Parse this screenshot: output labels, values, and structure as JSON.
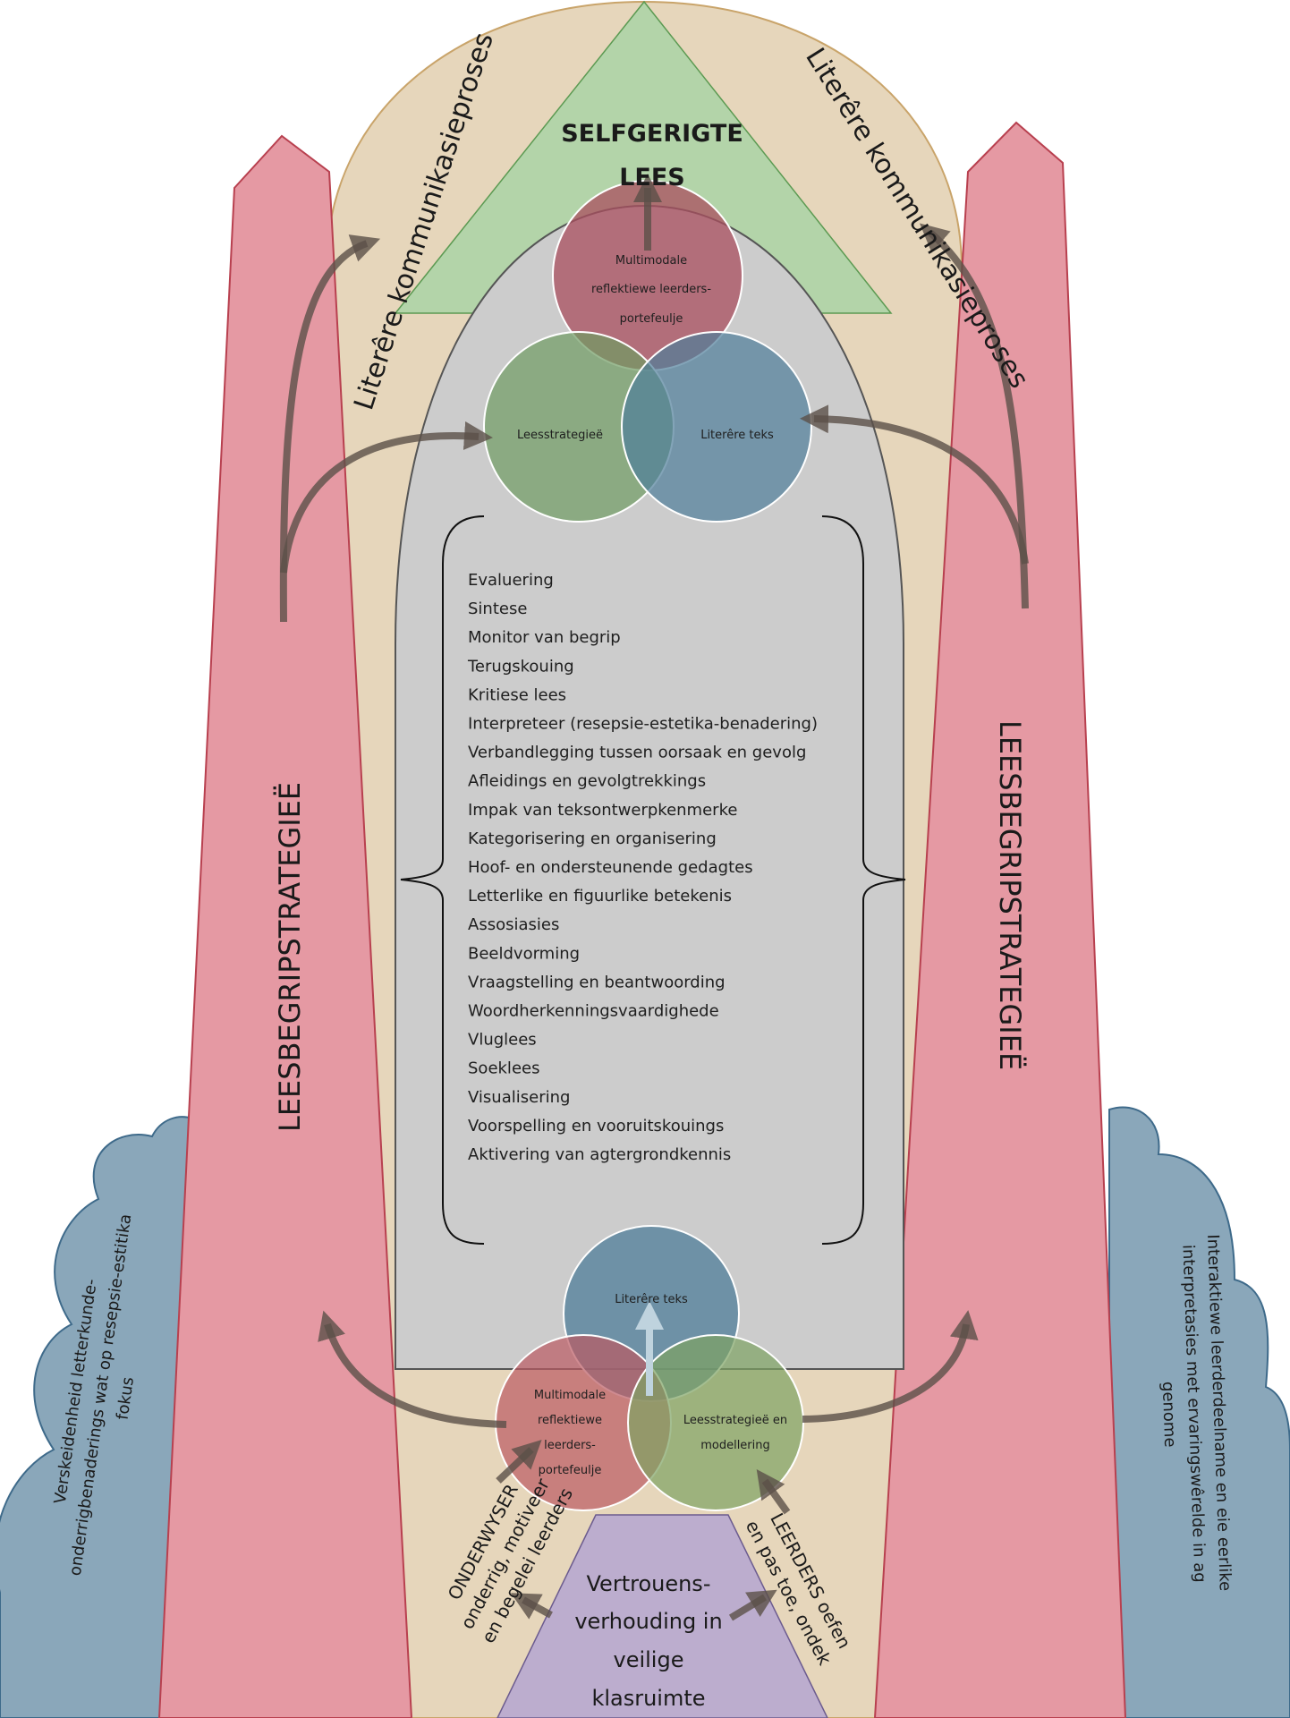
{
  "title": {
    "line1": "SELFGERIGTE",
    "line2": "LEES"
  },
  "arc_labels": {
    "left": "Literêre kommunikasieproses",
    "right": "Literêre kommunikasieproses"
  },
  "pillars": {
    "left": "LEESBEGRIPSTRATEGIEË",
    "right": "LEESBEGRIPSTRATEGIEË"
  },
  "top_venn": {
    "top": [
      "Multimodale",
      "reflektiewe leerders-",
      "portefeulje"
    ],
    "left": "Leesstrategieë",
    "right": "Literêre teks"
  },
  "strategies": [
    "Evaluering",
    "Sintese",
    "Monitor van begrip",
    "Terugskouing",
    "Kritiese lees",
    "Interpreteer (resepsie-estetika-benadering)",
    "Verbandlegging tussen oorsaak en gevolg",
    "Afleidings en gevolgtrekkings",
    "Impak van teksontwerpkenmerke",
    "Kategorisering en organisering",
    "Hoof- en ondersteunende gedagtes",
    "Letterlike en figuurlike betekenis",
    "Assosiasies",
    "Beeldvorming",
    "Vraagstelling en beantwoording",
    "Woordherkenningsvaardighede",
    "Vluglees",
    "Soeklees",
    "Visualisering",
    "Voorspelling en vooruitskouings",
    "Aktivering van agtergrondkennis"
  ],
  "bottom_venn": {
    "top": "Literêre teks",
    "left": [
      "Multimodale",
      "reflektiewe",
      "leerders-",
      "portefeulje"
    ],
    "right": [
      "Leesstrategieë en",
      "modellering"
    ]
  },
  "base": {
    "lines": [
      "Vertrouens-",
      "verhouding in",
      "veilige",
      "klasruimte"
    ]
  },
  "teacher_label": [
    "ONDERWYSER",
    "onderrig, motiveer",
    "en begelei leerders"
  ],
  "learner_label": [
    "LEERDERS oefen",
    "en pas toe, ondek"
  ],
  "clouds": {
    "left": [
      "Verskeidenheid letterkunde-",
      "onderrigbenaderings wat op resepsie-estitika",
      "fokus"
    ],
    "right": [
      "Interaktiewe leerderdeelname en eie eerlike",
      "interpretasies met ervaringswêrelde in ag",
      "genome"
    ]
  },
  "colors": {
    "beige": "#e6d6bb",
    "beige_stroke": "#c9a46a",
    "green_triangle": "#b3d4a9",
    "pink_pillar": "#e599a3",
    "pink_stroke": "#b8404f",
    "gray_core": "#cccccc",
    "cloud_blue": "#8aa7ba",
    "purple_base": "#bcadce",
    "venn_red": "#b0606a",
    "venn_green": "#7ea273",
    "venn_blue": "#5f89a2",
    "arrow": "#5b5048"
  }
}
